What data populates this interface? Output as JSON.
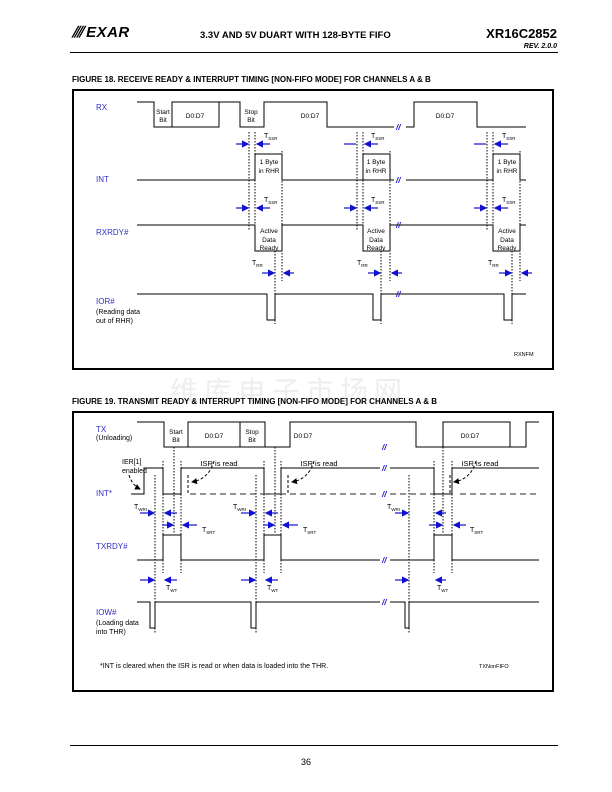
{
  "header": {
    "logo_text": "EXAR",
    "title": "3.3V AND 5V DUART WITH 128-BYTE FIFO",
    "part_number": "XR16C2852",
    "revision": "REV. 2.0.0"
  },
  "watermark": "维库电子市场网",
  "figure18": {
    "caption": "FIGURE 18. RECEIVE READY & INTERRUPT TIMING [NON-FIFO MODE] FOR CHANNELS A & B",
    "signals": {
      "rx": "RX",
      "int": "INT",
      "rxrdy": "RXRDY#",
      "ior": "IOR#",
      "ior_note1": "(Reading data",
      "ior_note2": "out of RHR)"
    },
    "labels": {
      "start1": "Start",
      "start2": "Bit",
      "data": "D0:D7",
      "stop1": "Stop",
      "stop2": "Bit",
      "tssr": "T",
      "tssr_sub": "SSR",
      "trr": "T",
      "trr_sub": "RR",
      "byte1": "1 Byte",
      "byte2": "in RHR",
      "active1": "Active",
      "active2": "Data",
      "active3": "Ready"
    },
    "tag": "RXNFM"
  },
  "figure19": {
    "caption": "FIGURE 19. TRANSMIT READY & INTERRUPT TIMING [NON-FIFO MODE] FOR CHANNELS A & B",
    "signals": {
      "tx": "TX",
      "tx_note": "(Unloading)",
      "ier1": "IER[1]",
      "ier2": "enabled",
      "int": "INT*",
      "txrdy": "TXRDY#",
      "iow": "IOW#",
      "iow_note1": "(Loading data",
      "iow_note2": "into THR)"
    },
    "labels": {
      "start1": "Start",
      "start2": "Bit",
      "data": "D0:D7",
      "stop1": "Stop",
      "stop2": "Bit",
      "isr": "ISR is read",
      "twri": "T",
      "twri_sub": "WRI",
      "tsrt": "T",
      "tsrt_sub": "SRT",
      "twt": "T",
      "twt_sub": "WT"
    },
    "footnote": "*INT is cleared when the ISR is read or when data is loaded into the THR.",
    "tag": "TXNonFIFO"
  },
  "footer": {
    "page_number": "36"
  }
}
